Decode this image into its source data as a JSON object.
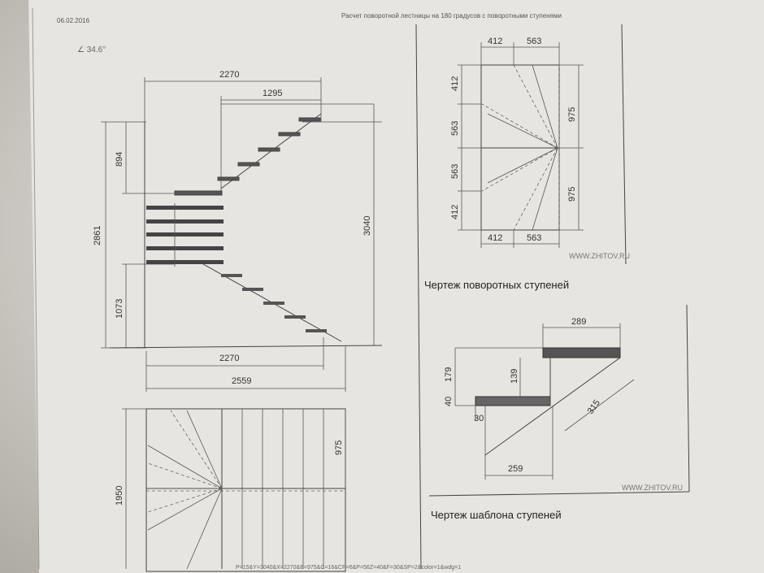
{
  "header": {
    "date": "06.02.2016",
    "title": "Расчет поворотной лестницы на 180 градусов с поворотными ступенями"
  },
  "angle_label": "∠ 34.6°",
  "side_view": {
    "dims": {
      "top_total": "2270",
      "top_upper": "1295",
      "left_total": "2861",
      "left_upper": "894",
      "left_lower": "1073",
      "right_total": "3040",
      "bottom_inner": "2270",
      "bottom_total": "2559"
    }
  },
  "plan_view": {
    "dims": {
      "left": "1950",
      "right": "975"
    }
  },
  "turning_steps": {
    "dims": {
      "top_a": "412",
      "top_b": "563",
      "left_1": "412",
      "left_2": "563",
      "left_3": "563",
      "left_4": "412",
      "right_top": "975",
      "right_bottom": "975",
      "bottom_a": "412",
      "bottom_b": "563"
    },
    "watermark": "WWW.ZHITOV.RU",
    "caption": "Чертеж поворотных ступеней"
  },
  "template": {
    "dims": {
      "top": "289",
      "left_179": "179",
      "inner_139": "139",
      "left_40": "40",
      "small_30": "30",
      "diag_315": "315",
      "bottom_259": "259"
    },
    "watermark": "WWW.ZHITOV.RU",
    "caption": "Чертеж шаблона ступеней"
  },
  "footer_params": "P=15&Y=3040&X=2270&E=975&C=16&CP=6&P=56Z=40&F=30&SP=2&color=1&wdg=1"
}
